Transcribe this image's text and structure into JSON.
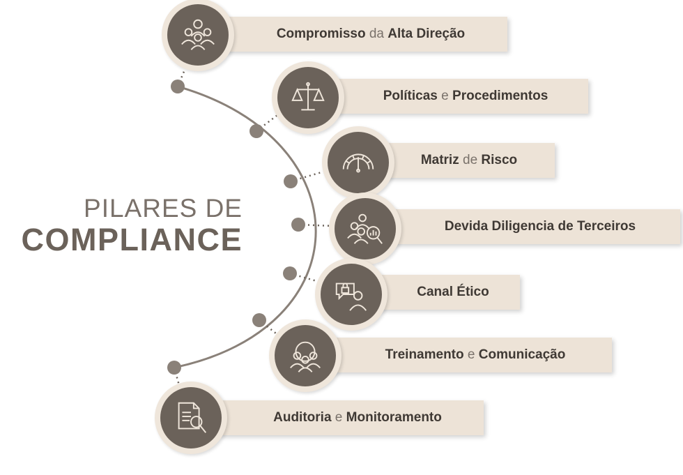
{
  "title": {
    "line1": "PILARES DE",
    "line2": "COMPLIANCE"
  },
  "pillars": [
    {
      "parts": [
        "Compromisso",
        "da",
        "Alta Direção"
      ],
      "icon": "leadership-group-icon"
    },
    {
      "parts": [
        "Políticas",
        "e",
        "Procedimentos"
      ],
      "icon": "scales-of-justice-icon"
    },
    {
      "parts": [
        "Matriz",
        "de",
        "Risco"
      ],
      "icon": "risk-gauge-icon"
    },
    {
      "parts": [
        "Devida Diligencia de Terceiros",
        "",
        ""
      ],
      "icon": "people-magnifier-icon"
    },
    {
      "parts": [
        "Canal Ético",
        "",
        ""
      ],
      "icon": "person-speech-lock-icon"
    },
    {
      "parts": [
        "Treinamento",
        "e",
        "Comunicação"
      ],
      "icon": "team-training-icon"
    },
    {
      "parts": [
        "Auditoria",
        "e",
        "Monitoramento"
      ],
      "icon": "document-audit-icon"
    }
  ],
  "colors": {
    "dark": "#6b625a",
    "light": "#ede3d7",
    "ring": "#efe6db",
    "text": "#3f3934"
  }
}
